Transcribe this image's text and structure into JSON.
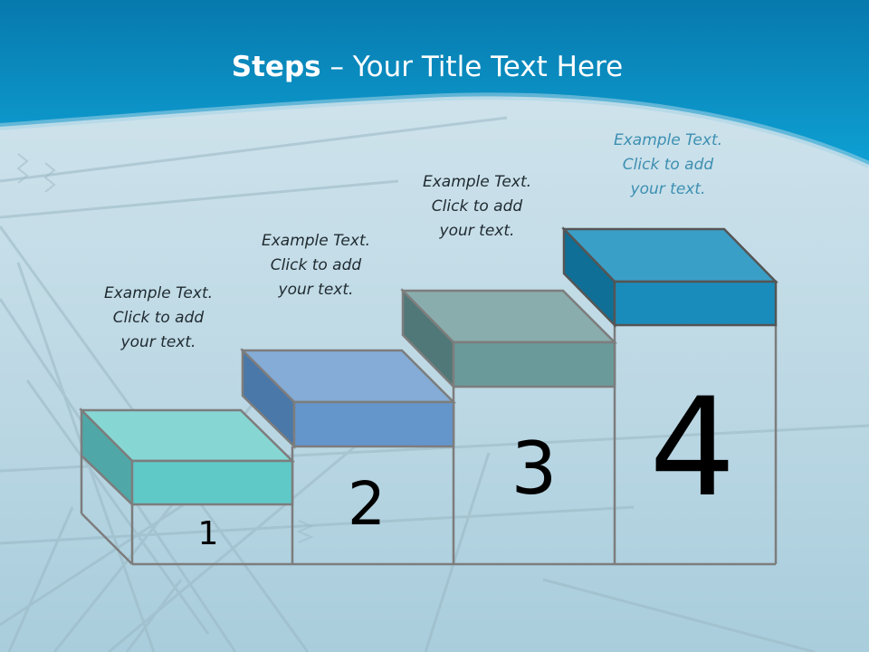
{
  "title": {
    "bold": "Steps",
    "rest": " – Your Title Text Here"
  },
  "steps": [
    {
      "number": "1",
      "caption": [
        "Example Text.",
        "Click  to add",
        "your text."
      ]
    },
    {
      "number": "2",
      "caption": [
        "Example Text.",
        "Click  to add",
        "your text."
      ]
    },
    {
      "number": "3",
      "caption": [
        "Example Text.",
        "Click  to add",
        "your text."
      ]
    },
    {
      "number": "4",
      "caption": [
        "Example Text.",
        "Click  to add",
        "your text."
      ]
    }
  ],
  "colors": {
    "header": "#0a8dc0",
    "background": "#c8dfe8",
    "step1": "#5fc9c8",
    "step2": "#6496cc",
    "step3": "#6a9a9a",
    "step4": "#1a8cbb"
  }
}
